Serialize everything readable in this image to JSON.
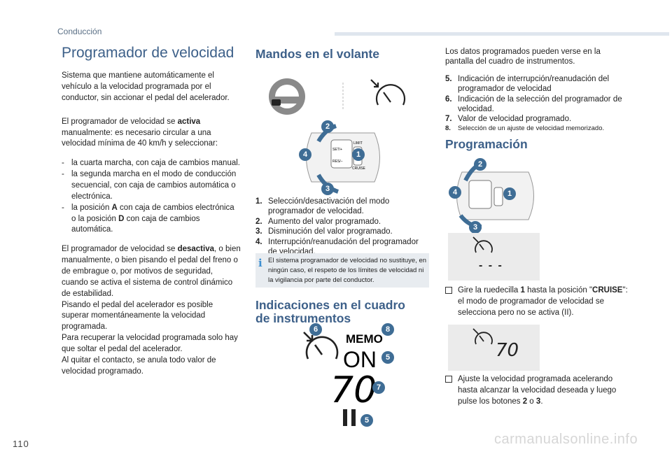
{
  "header": {
    "section": "Conducción"
  },
  "page_number": "110",
  "watermark": "carmanualsonline.info",
  "col1": {
    "title": "Programador de velocidad",
    "intro": "Sistema que mantiene automáticamente el vehículo a la velocidad programada por el conductor, sin accionar el pedal del acelerador.",
    "activa_pre": "El programador de velocidad se ",
    "activa_word": "activa",
    "activa_post": " manualmente: es necesario circular a una velocidad mínima de 40 km/h y seleccionar:",
    "conditions": [
      "la cuarta marcha, con caja de cambios manual.",
      "la segunda marcha en el modo de conducción secuencial, con caja de cambios automática o electrónica."
    ],
    "cond3_pre": "la posición ",
    "cond3_a": "A",
    "cond3_mid": " con caja de cambios electrónica o la posición ",
    "cond3_d": "D",
    "cond3_post": " con caja de cambios automática.",
    "desactiva_pre": "El programador de velocidad se ",
    "desactiva_word": "desactiva",
    "desactiva_post": ", o bien manualmente, o bien pisando el pedal del freno o de embrague o, por motivos de seguridad, cuando se activa el sistema de control dinámico de estabilidad.",
    "para2": "Pisando el pedal del acelerador es posible superar momentáneamente la velocidad programada.",
    "para3": "Para recuperar la velocidad programada solo hay que soltar el pedal del acelerador.",
    "para4": "Al quitar el contacto, se anula todo valor de velocidad programado."
  },
  "col2": {
    "title": "Mandos en el volante",
    "items": [
      {
        "n": "1.",
        "text": "Selección/desactivación del modo programador de velocidad."
      },
      {
        "n": "2.",
        "text": "Aumento del valor programado."
      },
      {
        "n": "3.",
        "text": "Disminución del valor programado."
      },
      {
        "n": "4.",
        "text": "Interrupción/reanudación del programador de velocidad."
      }
    ],
    "note": "El sistema programador de velocidad no sustituye, en ningún caso, el respeto de los límites de velocidad ni la vigilancia por parte del conductor.",
    "title2a": "Indicaciones en el cuadro",
    "title2b": "de instrumentos",
    "switch_labels": {
      "set": "SET/+",
      "res": "RES/–",
      "limit": "LIMIT",
      "cruise": "CRUISE"
    },
    "display": {
      "memo": "MEMO",
      "on": "ON",
      "speed": "70",
      "badges": [
        "6",
        "8",
        "5",
        "7",
        "5"
      ]
    }
  },
  "col3": {
    "intro": "Los datos programados pueden verse en la pantalla del cuadro de instrumentos.",
    "items": [
      {
        "n": "5.",
        "text": "Indicación de interrupción/reanudación del programador de velocidad"
      },
      {
        "n": "6.",
        "text": "Indicación de la selección del programador de velocidad."
      },
      {
        "n": "7.",
        "text": "Valor de velocidad programado."
      },
      {
        "n": "8.",
        "text": "Selección de un ajuste de velocidad memorizado."
      }
    ],
    "title": "Programación",
    "step1_pre": "Gire la ruedecilla ",
    "step1_num": "1",
    "step1_mid": " hasta la posición \"",
    "step1_word": "CRUISE",
    "step1_post": "\": el modo de programador de velocidad se selecciona pero no se activa (II).",
    "panel1_text": "- - -",
    "panel2_speed": "70",
    "step2_pre": "Ajuste la velocidad programada acelerando hasta alcanzar la velocidad deseada y luego pulse los botones ",
    "step2_b1": "2",
    "step2_mid": " o ",
    "step2_b2": "3",
    "step2_post": "."
  },
  "badges_controls": [
    "2",
    "4",
    "1",
    "3"
  ]
}
